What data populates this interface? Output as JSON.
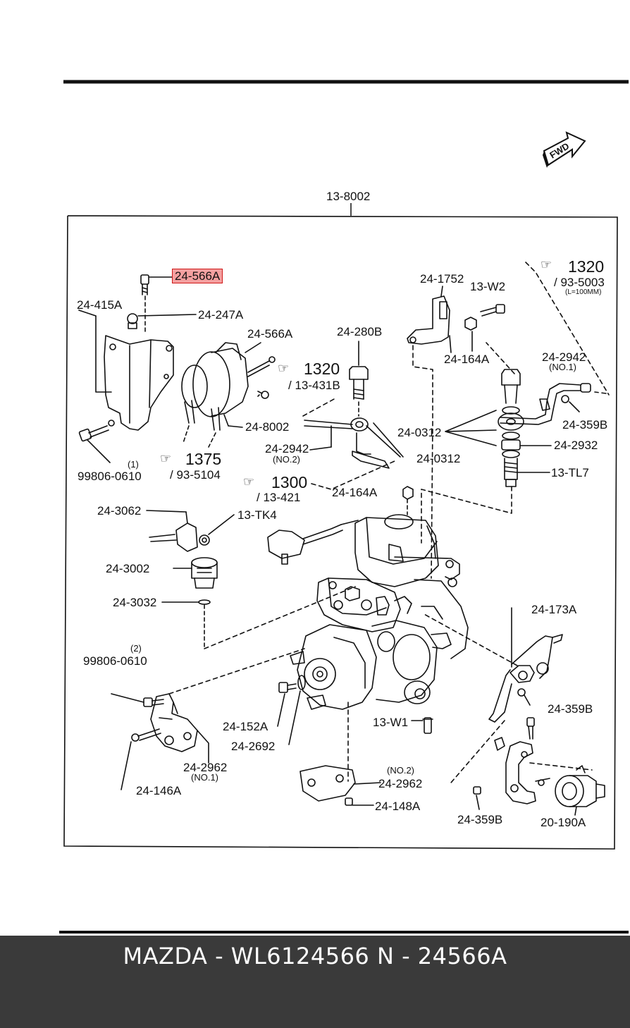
{
  "title": {
    "group": "13-8002"
  },
  "direction_badge": "FWD",
  "refs": {
    "r1320a": {
      "num": "1320",
      "sub": "/ 93-5003",
      "note": "(L=100MM)"
    },
    "r1320b": {
      "num": "1320",
      "sub": "/ 13-431B"
    },
    "r1375": {
      "num": "1375",
      "sub": "/ 93-5104"
    },
    "r1300": {
      "num": "1300",
      "sub": "/ 13-421"
    }
  },
  "parts": {
    "p_24_566A_hl": "24-566A",
    "p_24_415A": "24-415A",
    "p_24_247A": "24-247A",
    "p_24_566A": "24-566A",
    "p_24_280B": "24-280B",
    "p_24_1752": "24-1752",
    "p_13_W2": "13-W2",
    "p_24_164A_top": "24-164A",
    "p_24_2942_no1": "24-2942",
    "p_no1_a": "(NO.1)",
    "p_24_359B_top": "24-359B",
    "p_24_0312_a": "24-0312",
    "p_24_0312_b": "24-0312",
    "p_24_2932": "24-2932",
    "p_13_TL7": "13-TL7",
    "p_24_8002": "24-8002",
    "p_24_2942_no2": "24-2942",
    "p_no2_a": "(NO.2)",
    "p_99806_0610_1": "99806-0610",
    "p_paren1": "(1)",
    "p_24_164A_mid": "24-164A",
    "p_24_3062": "24-3062",
    "p_13_TK4": "13-TK4",
    "p_24_3002": "24-3002",
    "p_24_3032": "24-3032",
    "p_paren2": "(2)",
    "p_99806_0610_2": "99806-0610",
    "p_24_173A": "24-173A",
    "p_24_359B_mid": "24-359B",
    "p_24_152A": "24-152A",
    "p_24_2692": "24-2692",
    "p_13_W1": "13-W1",
    "p_24_2962_no1": "24-2962",
    "p_no1_b": "(NO.1)",
    "p_24_146A": "24-146A",
    "p_no2_b": "(NO.2)",
    "p_24_2962_no2": "24-2962",
    "p_24_148A": "24-148A",
    "p_24_359B_bot": "24-359B",
    "p_20_190A": "20-190A"
  },
  "footer": {
    "text": "MAZDA - WL6124566   N - 24566A"
  },
  "colors": {
    "highlight_fill": "#f4a0a0",
    "highlight_border": "#d01818",
    "footer_bg": "#3a3a3a",
    "ink": "#111111"
  }
}
